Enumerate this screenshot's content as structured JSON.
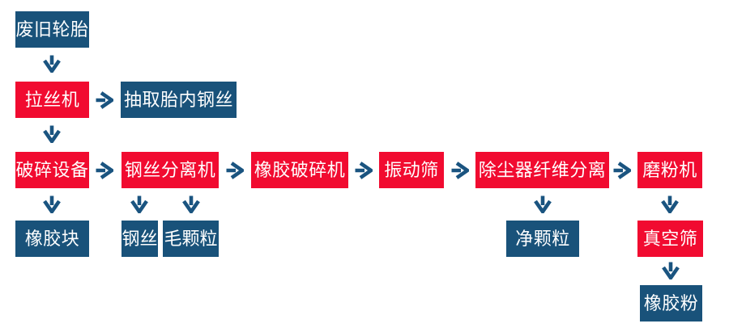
{
  "page": {
    "background": "#ffffff",
    "description_labels": {
      "diagram_type": "tire-recycling-process-flowchart"
    }
  },
  "colors": {
    "process_box_red": "#f10b30",
    "material_box_blue": "#19527a",
    "arrow_blue": "#1a5480",
    "box_text": "#ffffff"
  },
  "flowchart": {
    "nodes": [
      {
        "id": "waste-tires",
        "label": "废旧轮胎",
        "kind": "material"
      },
      {
        "id": "wire-drawing-machine",
        "label": "拉丝机",
        "kind": "process"
      },
      {
        "id": "extract-tire-steel-wire",
        "label": "抽取胎内钢丝",
        "kind": "material"
      },
      {
        "id": "crushing-equipment",
        "label": "破碎设备",
        "kind": "process"
      },
      {
        "id": "steel-wire-separator",
        "label": "钢丝分离机",
        "kind": "process"
      },
      {
        "id": "rubber-crusher",
        "label": "橡胶破碎机",
        "kind": "process"
      },
      {
        "id": "vibrating-screen",
        "label": "振动筛",
        "kind": "process"
      },
      {
        "id": "dust-collector-fiber-separation",
        "label": "除尘器纤维分离",
        "kind": "process"
      },
      {
        "id": "grinding-machine",
        "label": "磨粉机",
        "kind": "process"
      },
      {
        "id": "rubber-block",
        "label": "橡胶块",
        "kind": "material"
      },
      {
        "id": "steel-wire",
        "label": "钢丝",
        "kind": "material"
      },
      {
        "id": "rough-granules",
        "label": "毛颗粒",
        "kind": "material"
      },
      {
        "id": "clean-granules",
        "label": "净颗粒",
        "kind": "material"
      },
      {
        "id": "vacuum-screen",
        "label": "真空筛",
        "kind": "process"
      },
      {
        "id": "rubber-powder",
        "label": "橡胶粉",
        "kind": "material"
      }
    ],
    "edges": [
      {
        "from": "waste-tires",
        "to": "wire-drawing-machine",
        "direction": "down"
      },
      {
        "from": "wire-drawing-machine",
        "to": "extract-tire-steel-wire",
        "direction": "right"
      },
      {
        "from": "wire-drawing-machine",
        "to": "crushing-equipment",
        "direction": "down"
      },
      {
        "from": "crushing-equipment",
        "to": "steel-wire-separator",
        "direction": "right"
      },
      {
        "from": "crushing-equipment",
        "to": "rubber-block",
        "direction": "down"
      },
      {
        "from": "steel-wire-separator",
        "to": "steel-wire",
        "direction": "down"
      },
      {
        "from": "steel-wire-separator",
        "to": "rough-granules",
        "direction": "down"
      },
      {
        "from": "steel-wire-separator",
        "to": "rubber-crusher",
        "direction": "right"
      },
      {
        "from": "rubber-crusher",
        "to": "vibrating-screen",
        "direction": "right"
      },
      {
        "from": "vibrating-screen",
        "to": "dust-collector-fiber-separation",
        "direction": "right"
      },
      {
        "from": "dust-collector-fiber-separation",
        "to": "clean-granules",
        "direction": "down"
      },
      {
        "from": "dust-collector-fiber-separation",
        "to": "grinding-machine",
        "direction": "right"
      },
      {
        "from": "grinding-machine",
        "to": "vacuum-screen",
        "direction": "down"
      },
      {
        "from": "vacuum-screen",
        "to": "rubber-powder",
        "direction": "down"
      }
    ]
  }
}
